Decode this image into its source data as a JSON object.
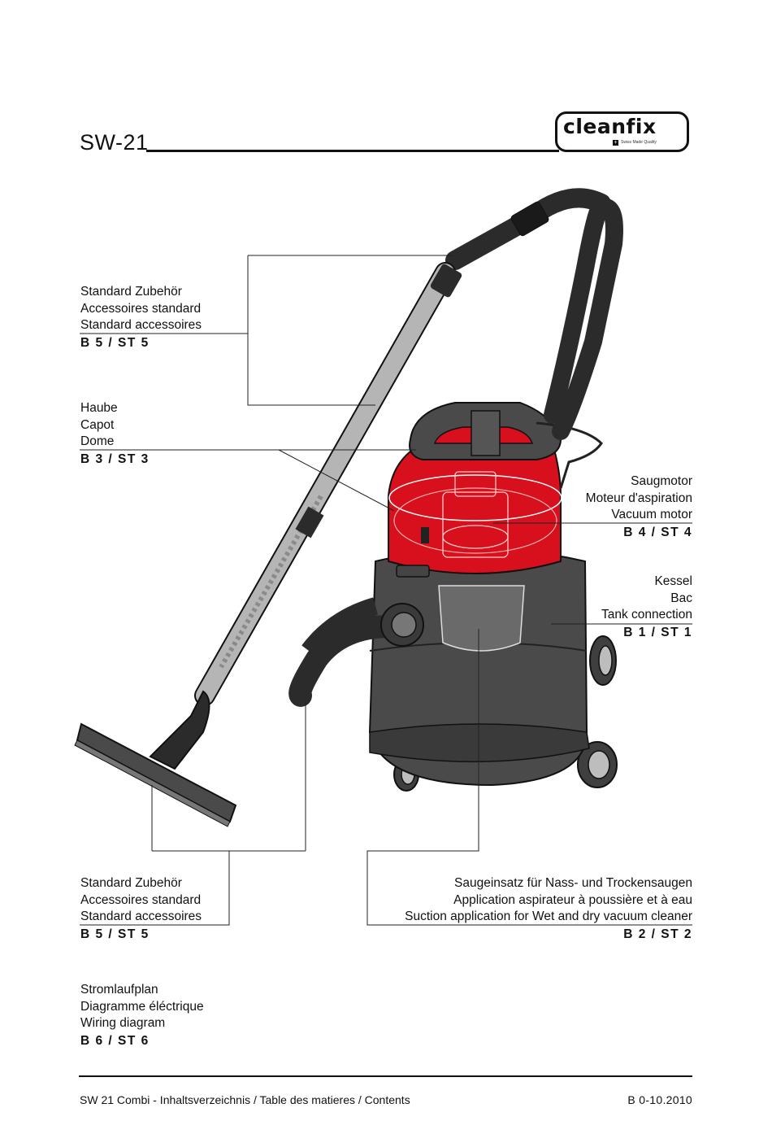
{
  "header": {
    "model": "SW-21",
    "logo_text": "cleanfix",
    "logo_tagline": "Swiss Made Quality"
  },
  "callouts": {
    "accessories_top": {
      "de": "Standard Zubehör",
      "fr": "Accessoires standard",
      "en": "Standard accessoires",
      "code": "B 5 / ST 5"
    },
    "hood": {
      "de": "Haube",
      "fr": "Capot",
      "en": "Dome",
      "code": "B 3 / ST 3"
    },
    "motor": {
      "de": "Saugmotor",
      "fr": "Moteur d'aspiration",
      "en": "Vacuum motor",
      "code": "B 4 / ST 4"
    },
    "tank": {
      "de": "Kessel",
      "fr": "Bac",
      "en": "Tank connection",
      "code": "B 1 / ST 1"
    },
    "accessories_bottom": {
      "de": "Standard Zubehör",
      "fr": "Accessoires standard",
      "en": "Standard accessoires",
      "code": "B 5 / ST 5"
    },
    "suction_insert": {
      "de": "Saugeinsatz für Nass- und Trockensaugen",
      "fr": "Application aspirateur à poussière et à eau",
      "en": "Suction application for Wet and dry vacuum cleaner",
      "code": "B 2 / ST 2"
    },
    "wiring": {
      "de": "Stromlaufplan",
      "fr": "Diagramme éléctrique",
      "en": "Wiring diagram",
      "code": "B 6 / ST 6"
    }
  },
  "footer": {
    "left": "SW 21 Combi - Inhaltsverzeichnis / Table des matieres / Contents",
    "right": "B 0-10.2010"
  },
  "colors": {
    "body": "#3f3f3f",
    "hood": "#d8101d",
    "hose": "#2b2b2b",
    "tube": "#b5b5b5"
  }
}
